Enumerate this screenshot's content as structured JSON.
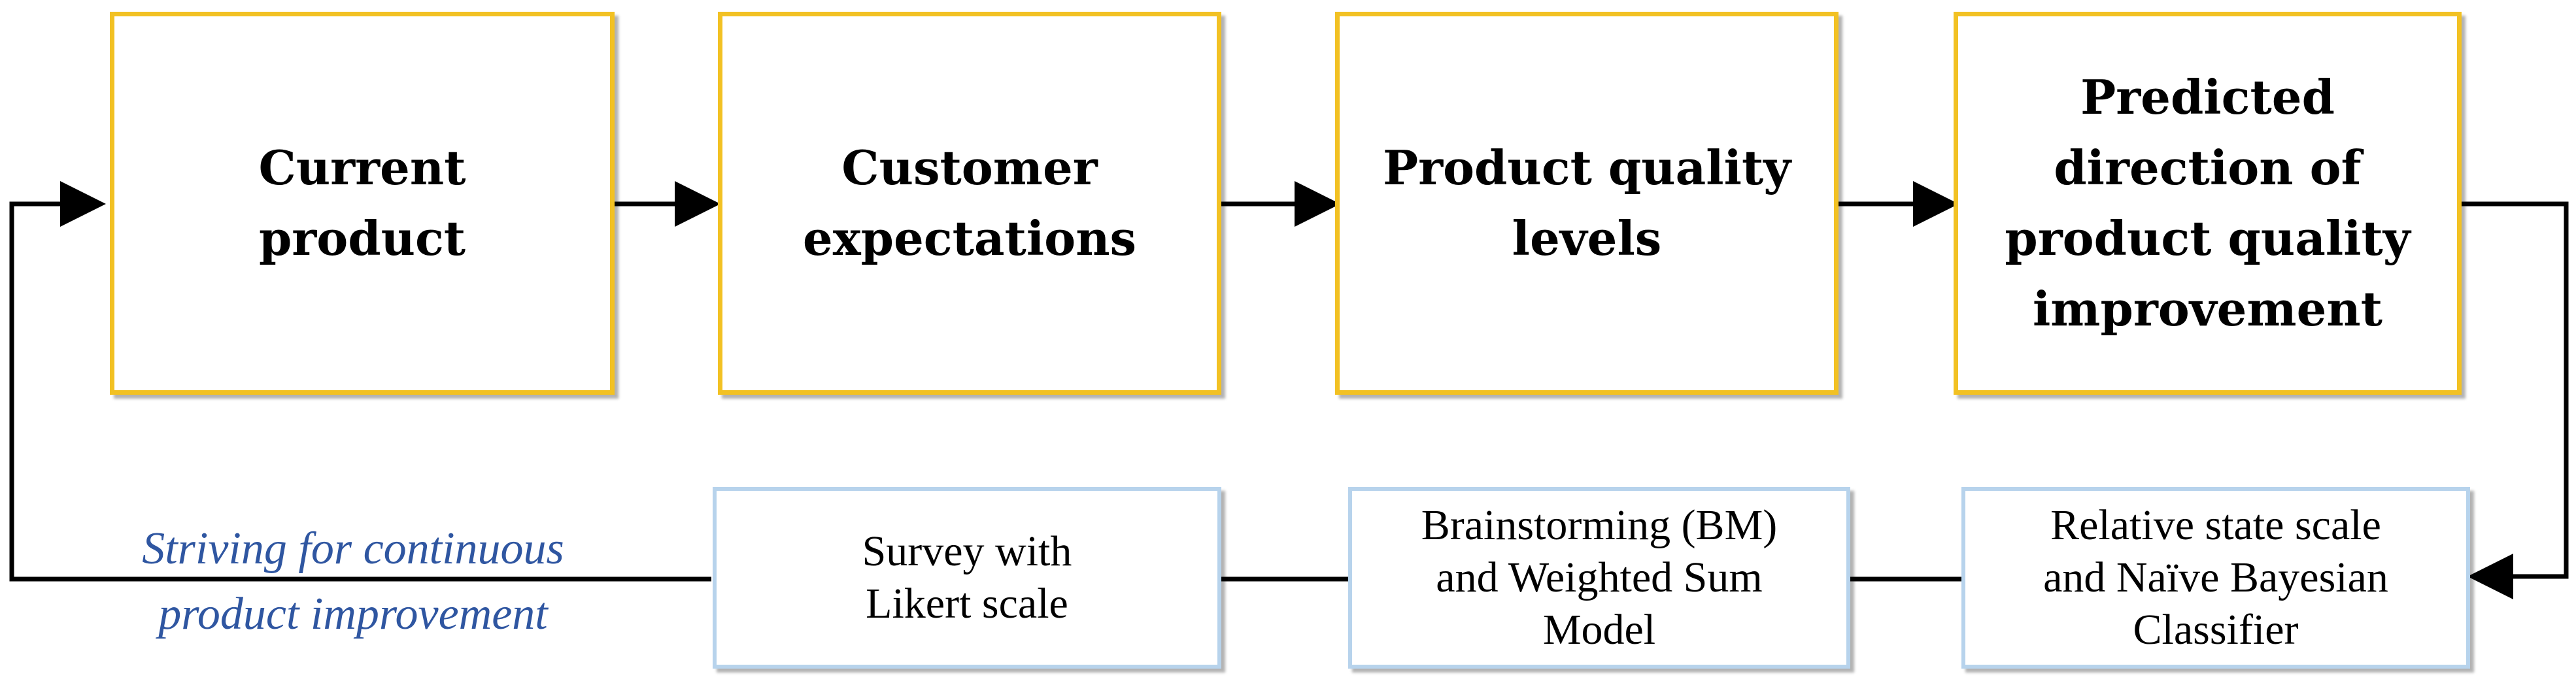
{
  "top_row": [
    {
      "id": "current-product",
      "label": "Current\nproduct"
    },
    {
      "id": "customer-expectations",
      "label": "Customer\nexpectations"
    },
    {
      "id": "product-quality-levels",
      "label": "Product quality\nlevels"
    },
    {
      "id": "predicted-direction",
      "label": "Predicted\ndirection of\nproduct quality\nimprovement"
    }
  ],
  "bottom_row": [
    {
      "id": "survey-likert",
      "label": "Survey with\nLikert scale"
    },
    {
      "id": "brainstorming-wsm",
      "label": "Brainstorming (BM)\nand Weighted Sum\nModel"
    },
    {
      "id": "relative-state-bayes",
      "label": "Relative state scale\nand Naïve Bayesian\nClassifier"
    }
  ],
  "loop_caption": "Striving for continuous\nproduct improvement",
  "colors": {
    "top_border": "#f2c123",
    "bottom_border": "#b7d3ec",
    "caption_text": "#2f56a1",
    "connector": "#000000"
  }
}
